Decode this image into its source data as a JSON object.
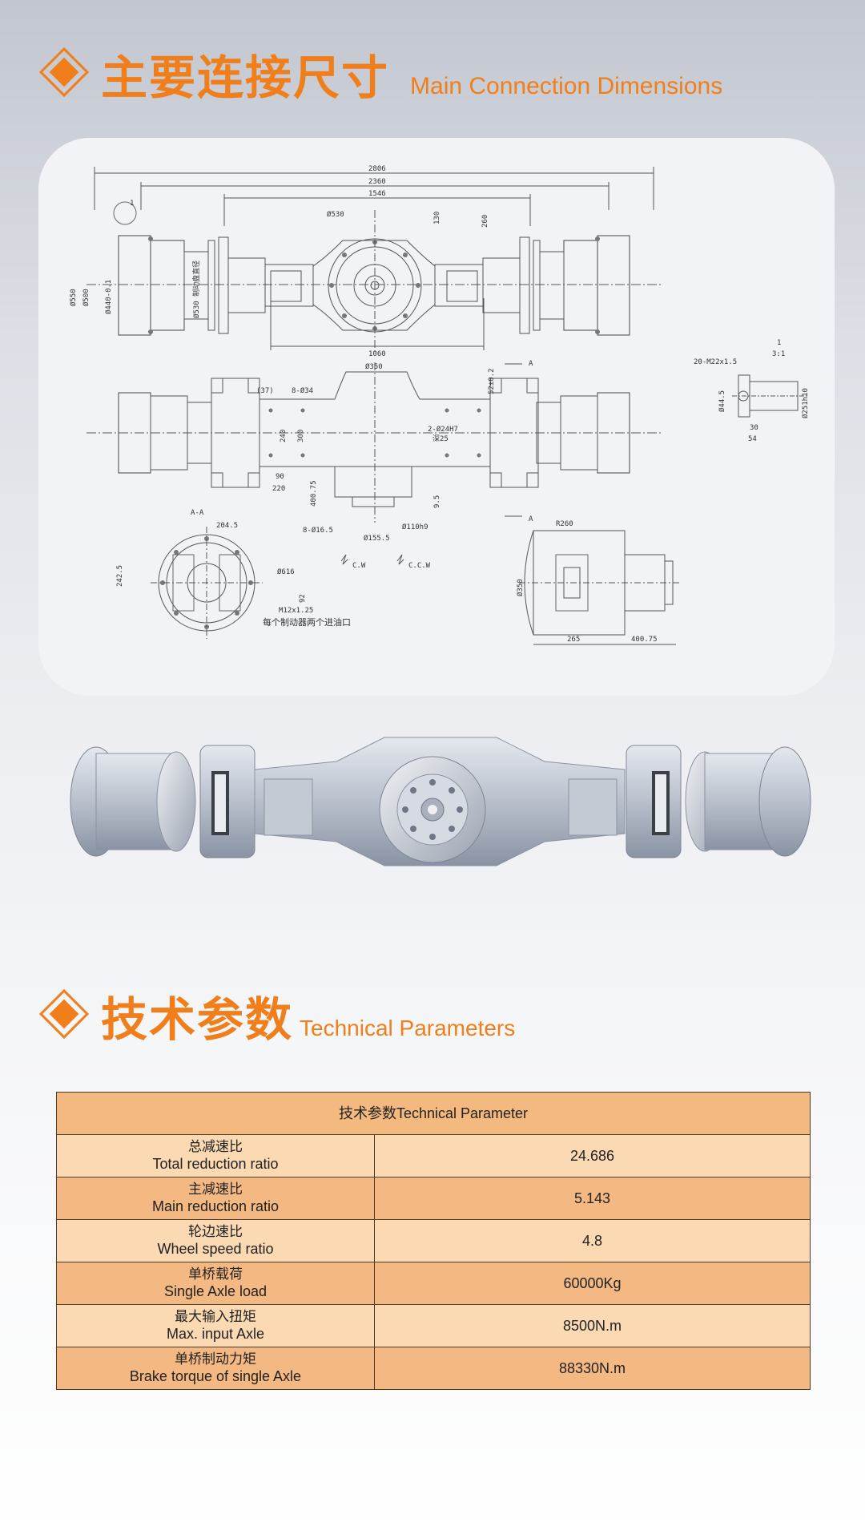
{
  "section_dimensions": {
    "title_zh": "主要连接尺寸",
    "title_en": "Main Connection Dimensions"
  },
  "section_params": {
    "title_zh": "技术参数",
    "title_en": "Technical Parameters"
  },
  "drawing": {
    "dims_top": [
      "2806",
      "2360",
      "1546",
      "1060"
    ],
    "labels": {
      "d530": "Ø530",
      "d550": "Ø550",
      "d500": "Ø500",
      "d440": "Ø440-0.1",
      "brake_dia": "Ø530 制动盘直径",
      "d130": "130",
      "d260": "260",
      "balloon1": "1",
      "d350": "Ø350",
      "d37": "(37)",
      "holes8_34": "8-Ø34",
      "d240": "240",
      "d300": "300",
      "d90": "90",
      "d220": "220",
      "d400_75": "400.75",
      "holes8_16": "8-Ø16.5",
      "d155": "Ø155.5",
      "d110": "Ø110h9",
      "d2_24": "2-Ø24H7",
      "deep25": "深25",
      "d52": "52±0.2",
      "d9_5": "9.5",
      "sectionA": "A",
      "sectionAA": "A-A",
      "d204": "204.5",
      "d242": "242.5",
      "d616": "Ø616",
      "d92": "92",
      "m12": "M12x1.25",
      "oil_note": "每个制动器两个进油口",
      "cw": "C.W",
      "ccw": "C.C.W",
      "r260": "R260",
      "d350b": "Ø350",
      "d265": "265",
      "d400b": "400.75",
      "m22": "20-M22x1.5",
      "scale": "3:1",
      "d44": "Ø44.5",
      "d30": "30",
      "d54": "54",
      "d251": "Ø251h10",
      "detail1": "1"
    }
  },
  "table": {
    "header": "技术参数Technical Parameter",
    "rows": [
      {
        "zh": "总减速比",
        "en": "Total reduction ratio",
        "value": "24.686"
      },
      {
        "zh": "主减速比",
        "en": "Main reduction ratio",
        "value": "5.143"
      },
      {
        "zh": "轮边速比",
        "en": "Wheel speed ratio",
        "value": "4.8"
      },
      {
        "zh": "单桥载荷",
        "en": "Single Axle load",
        "value": "60000Kg"
      },
      {
        "zh": "最大输入扭矩",
        "en": "Max. input Axle",
        "value": "8500N.m"
      },
      {
        "zh": "单桥制动力矩",
        "en": "Brake torque of single Axle",
        "value": "88330N.m"
      }
    ]
  },
  "colors": {
    "accent": "#f07f1b",
    "row_light": "#fbd9b3",
    "row_dark": "#f4b883"
  }
}
